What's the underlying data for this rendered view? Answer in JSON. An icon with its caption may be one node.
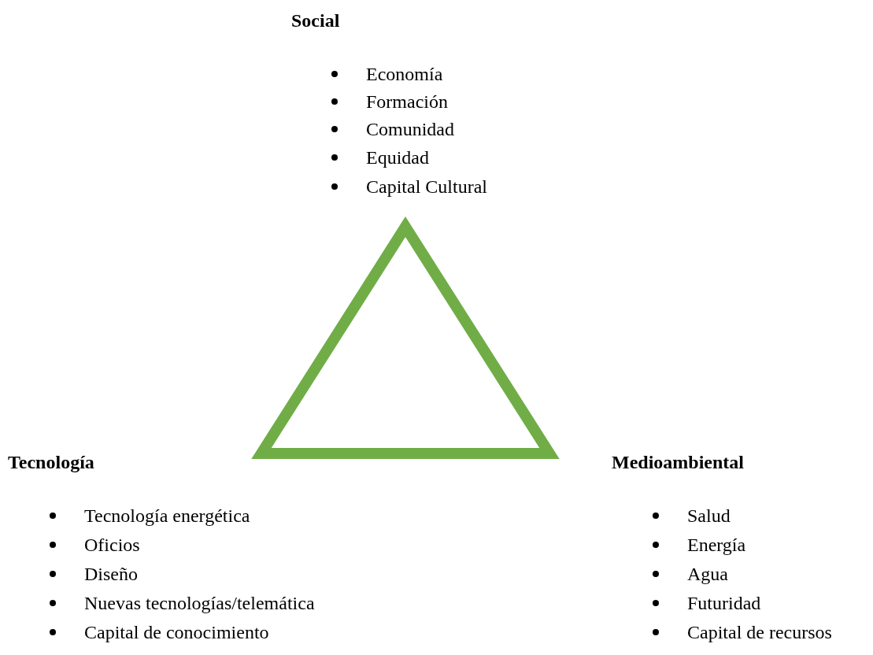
{
  "diagram": {
    "nodes": [
      {
        "text": [],
        "shape": "triangle"
      }
    ],
    "labels": [
      "Social",
      "Economía",
      "Formación",
      "Comunidad",
      "Equidad",
      "Capital Cultural",
      "Tecnología",
      "Tecnología energética",
      "Oficios",
      "Diseño",
      "Nuevas tecnologías/telemática",
      "Capital de conocimiento",
      "Medioambiental",
      "Salud",
      "Energía",
      "Agua",
      "Futuridad",
      "Capital de recursos"
    ]
  }
}
